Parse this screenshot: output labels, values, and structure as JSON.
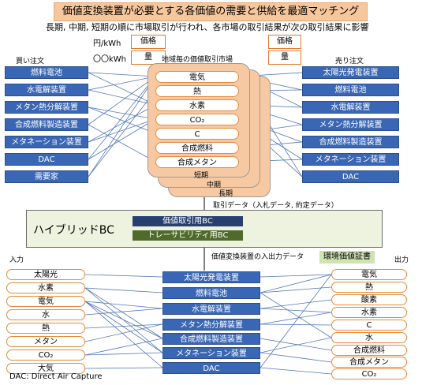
{
  "title": "価値変換装置が必要とする各価値の需要と供給を最適マッチング",
  "subtitle": "長期, 中期, 短期の順に市場取引が行われ、各市場の取引結果が次の取引結果に影響",
  "legend": {
    "price_unit": "円/kWh",
    "price_box": "価格",
    "qty_unit": "〇〇kWh",
    "qty_box": "量",
    "right_price_box": "価格",
    "right_qty_box": "量"
  },
  "buy_orders": {
    "label": "買い注文",
    "items": [
      "燃料電池",
      "水電解装置",
      "メタン熱分解装置",
      "合成燃料製造装置",
      "メタネーション装置",
      "DAC",
      "需要家"
    ]
  },
  "sell_orders": {
    "label": "売り注文",
    "items": [
      "太陽光発電装置",
      "燃料電池",
      "水電解装置",
      "メタン熱分解装置",
      "合成燃料製造装置",
      "メタネーション装置",
      "DAC"
    ]
  },
  "market": {
    "label": "地域毎の価値取引市場",
    "items": [
      "電気",
      "熱",
      "水素",
      "CO₂",
      "C",
      "合成燃料",
      "合成メタン"
    ],
    "terms": [
      "短期",
      "中期",
      "長期"
    ]
  },
  "trade_data_label": "取引データ（入札データ, 約定データ）",
  "hybrid_bc": {
    "title": "ハイブリッドBC",
    "price_bc": "価値取引用BC",
    "trace_bc": "トレーサビリティ用BC"
  },
  "io_data_label": "価値変換装置の入出力データ",
  "env_cert": "環境価値証書",
  "inputs": {
    "label": "入力",
    "items": [
      "太陽光",
      "水素",
      "電気",
      "水",
      "熱",
      "メタン",
      "CO₂",
      "大気"
    ]
  },
  "devices": [
    "太陽光発電装置",
    "燃料電池",
    "水電解装置",
    "メタン熱分解装置",
    "合成燃料製造装置",
    "メタネーション装置",
    "DAC"
  ],
  "outputs": {
    "label": "出力",
    "items": [
      "電気",
      "熱",
      "酸素",
      "水素",
      "C",
      "水",
      "合成燃料",
      "合成メタン",
      "CO₂"
    ]
  },
  "footnote": "DAC: Direct Air Capture",
  "colors": {
    "block": "#3a67b5",
    "market": "#f7c9a3",
    "pill_border": "#e58a3a",
    "price_bc": "#27406e",
    "trace_bc": "#4f6a2b",
    "title_bg": "#f6c79c"
  }
}
